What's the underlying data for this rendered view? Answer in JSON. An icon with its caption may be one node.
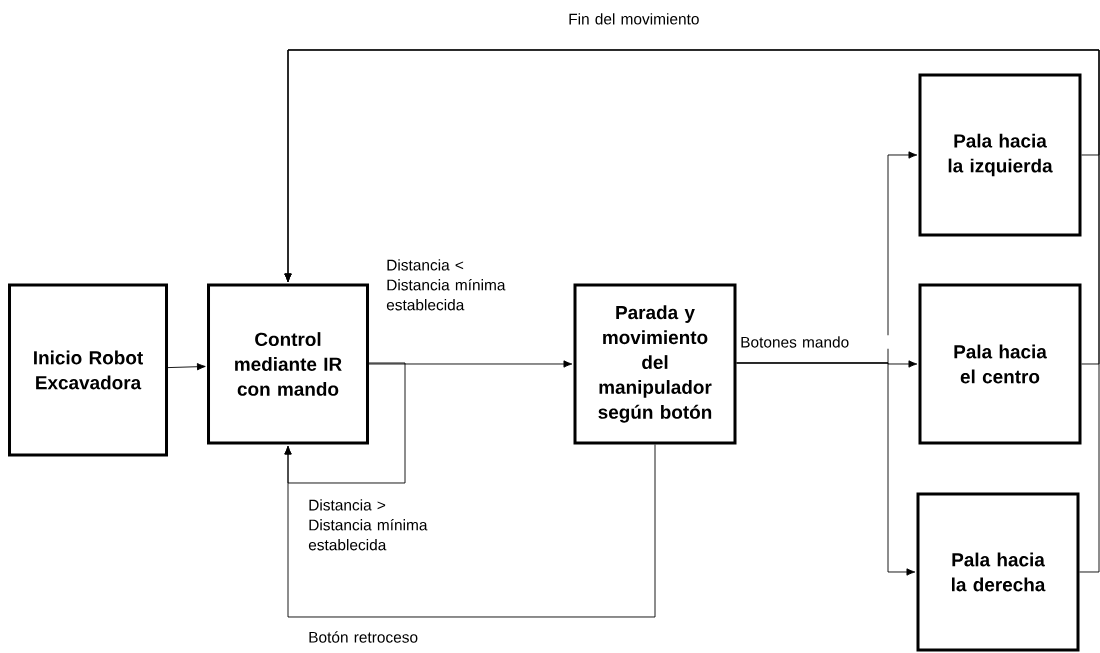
{
  "diagram": {
    "nodes": [
      {
        "text": [
          "Inicio Robot Excavadora"
        ]
      },
      {
        "text": [
          "Control mediante IR con mando"
        ]
      },
      {
        "text": [
          "Parada y movimiento del manipulador según botón"
        ]
      },
      {
        "text": [
          "Pala hacia la izquierda"
        ]
      },
      {
        "text": [
          "Pala hacia el centro"
        ]
      },
      {
        "text": [
          "Pala hacia la derecha"
        ]
      }
    ],
    "edges": [
      {
        "from": 0,
        "to": 1,
        "arrow": "to"
      },
      {
        "from": 1,
        "to": 2,
        "arrow": "to",
        "label": "Distancia < Distancia mínima establecida"
      },
      {
        "from": 1,
        "to": 1,
        "arrow": "to",
        "label": "Distancia > Distancia mínima establecida"
      },
      {
        "from": 2,
        "to": 1,
        "arrow": "to",
        "label": "Botón retroceso"
      },
      {
        "from": 2,
        "to": 3,
        "arrow": "to"
      },
      {
        "from": 2,
        "to": 4,
        "arrow": "to",
        "label": "Botones mando"
      },
      {
        "from": 2,
        "to": 5,
        "arrow": "to"
      },
      {
        "from": 3,
        "to": 1,
        "arrow": "to",
        "label": "Fin del movimiento"
      },
      {
        "from": 4,
        "to": 1,
        "arrow": "to"
      },
      {
        "from": 5,
        "to": 1,
        "arrow": "to"
      }
    ]
  }
}
